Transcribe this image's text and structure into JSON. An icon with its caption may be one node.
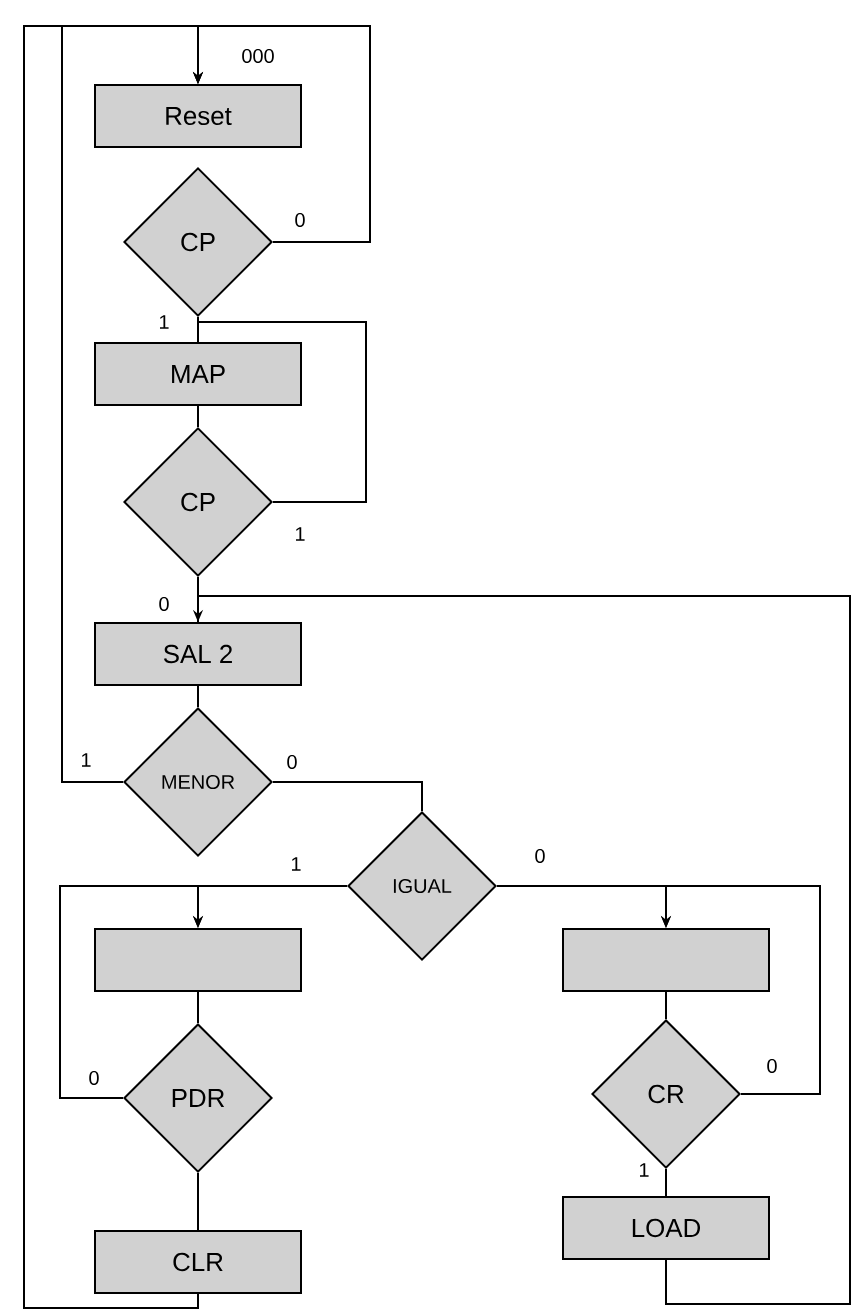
{
  "diagram": {
    "nodes": [
      {
        "text": [
          "Reset"
        ]
      },
      {
        "text": [
          "CP"
        ]
      },
      {
        "text": [
          "MAP"
        ]
      },
      {
        "text": [
          "CP"
        ]
      },
      {
        "text": [
          "SAL 2"
        ]
      },
      {
        "text": [
          "MENOR"
        ]
      },
      {
        "text": [
          "IGUAL"
        ]
      },
      {
        "text": [],
        "shape": "box"
      },
      {
        "text": [
          "PDR"
        ]
      },
      {
        "text": [
          "CLR"
        ]
      },
      {
        "text": [],
        "shape": "box"
      },
      {
        "text": [
          "CR"
        ]
      },
      {
        "text": [
          "LOAD"
        ]
      }
    ],
    "edges": [
      {
        "from": 1,
        "to": 0,
        "arrow": "to",
        "label": "0"
      },
      {
        "from": 1,
        "to": 2,
        "arrow": "none",
        "label": "1"
      },
      {
        "from": 2,
        "to": 3,
        "arrow": "none"
      },
      {
        "from": 3,
        "to": 2,
        "arrow": "none",
        "label": "1"
      },
      {
        "from": 3,
        "to": 4,
        "arrow": "none",
        "label": "0"
      },
      {
        "from": 12,
        "to": 4,
        "arrow": "to"
      },
      {
        "from": 4,
        "to": 5,
        "arrow": "none"
      },
      {
        "from": 5,
        "to": 0,
        "arrow": "to",
        "label": "1"
      },
      {
        "from": 5,
        "to": 6,
        "arrow": "none",
        "label": "0"
      },
      {
        "from": 6,
        "to": 7,
        "arrow": "to",
        "label": "1"
      },
      {
        "from": 8,
        "to": 7,
        "arrow": "to",
        "label": "0"
      },
      {
        "from": 7,
        "to": 8,
        "arrow": "none"
      },
      {
        "from": 8,
        "to": 9,
        "arrow": "none"
      },
      {
        "from": 9,
        "to": 0,
        "arrow": "to"
      },
      {
        "from": 6,
        "to": 10,
        "arrow": "to",
        "label": "0"
      },
      {
        "from": 11,
        "to": 10,
        "arrow": "to",
        "label": "0"
      },
      {
        "from": 10,
        "to": 11,
        "arrow": "none"
      },
      {
        "from": 11,
        "to": 12,
        "arrow": "none",
        "label": "1"
      }
    ],
    "labels": [
      "000"
    ]
  }
}
